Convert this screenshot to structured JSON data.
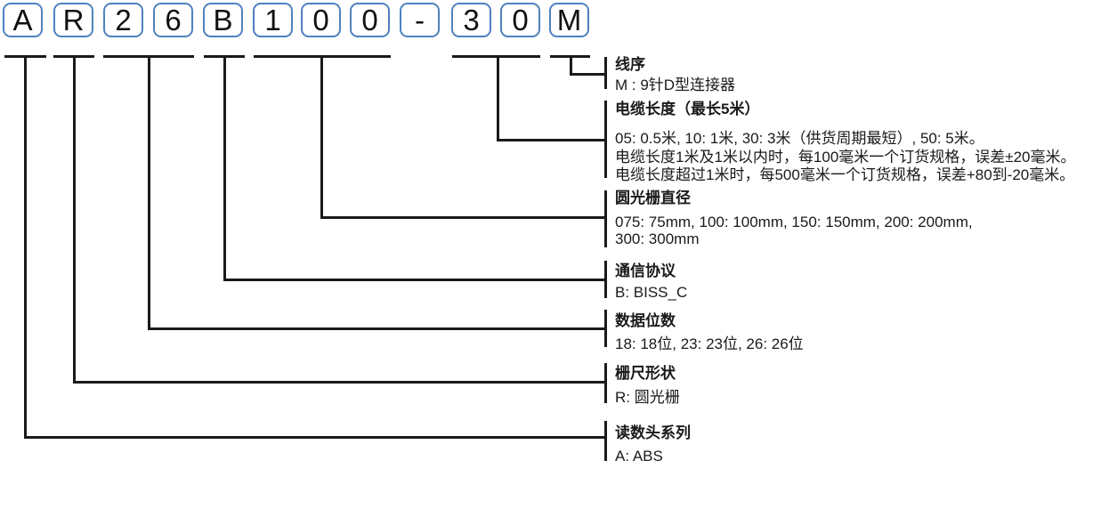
{
  "code": {
    "value": "AR26B100-30M",
    "characters": [
      "A",
      "R",
      "2",
      "6",
      "B",
      "1",
      "0",
      "0",
      "-",
      "3",
      "0",
      "M"
    ]
  },
  "sections": [
    {
      "title": "线序",
      "lines": [
        "M : 9针D型连接器"
      ]
    },
    {
      "title": "电缆长度（最长5米）",
      "lines": [
        "05: 0.5米, 10: 1米, 30: 3米（供货周期最短）, 50: 5米。",
        "电缆长度1米及1米以内时，每100毫米一个订货规格，误差±20毫米。",
        "电缆长度超过1米时，每500毫米一个订货规格，误差+80到-20毫米。"
      ]
    },
    {
      "title": "圆光栅直径",
      "lines": [
        "075: 75mm, 100: 100mm, 150: 150mm, 200: 200mm,",
        "300: 300mm"
      ]
    },
    {
      "title": "通信协议",
      "lines": [
        "B: BISS_C"
      ]
    },
    {
      "title": "数据位数",
      "lines": [
        "18: 18位, 23: 23位, 26: 26位"
      ]
    },
    {
      "title": "栅尺形状",
      "lines": [
        "R: 圆光栅"
      ]
    },
    {
      "title": "读数头系列",
      "lines": [
        "A: ABS"
      ]
    }
  ],
  "colors": {
    "box_border": "#4f81bd",
    "line": "#1a1a1a",
    "text": "#1a1a1a",
    "background": "#ffffff"
  }
}
